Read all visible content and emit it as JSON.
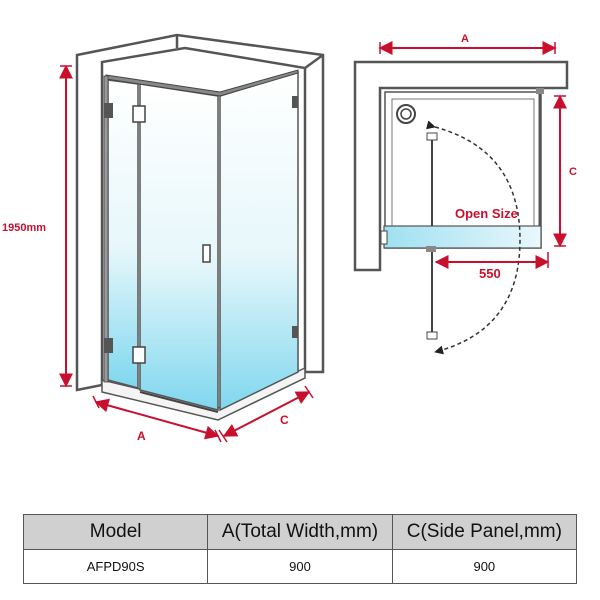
{
  "dimensions": {
    "height_label": "1950mm",
    "width_label": "A",
    "side_label": "C",
    "plan_width_label": "A",
    "plan_side_label": "C",
    "open_size_label": "Open Size",
    "opening_value": "550"
  },
  "colors": {
    "dimension": "#c8102e",
    "wall": "#555555",
    "glass_top": "#ffffff",
    "glass_bottom": "#7fd7ee",
    "table_header": "#d0d0d0"
  },
  "table": {
    "headers": [
      "Model",
      "A(Total Width,mm)",
      "C(Side Panel,mm)"
    ],
    "rows": [
      [
        "AFPD90S",
        "900",
        "900"
      ]
    ]
  }
}
